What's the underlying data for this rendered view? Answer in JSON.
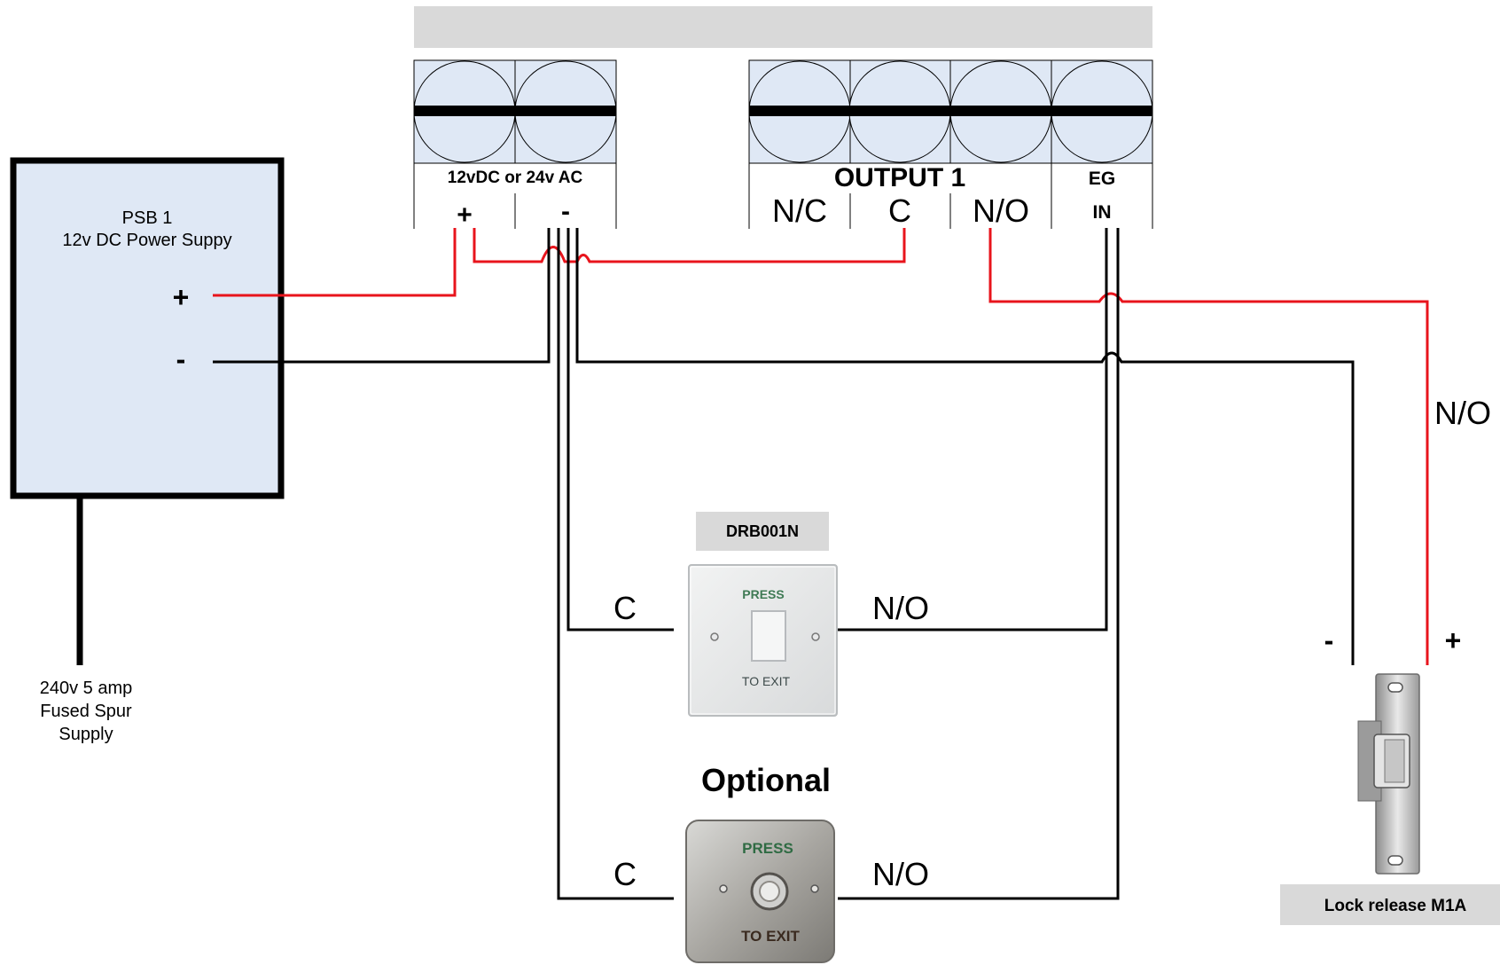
{
  "power_supply": {
    "title": "PSB 1",
    "subtitle": "12v DC Power Suppy",
    "plus": "+",
    "minus": "-",
    "mains": [
      "240v 5 amp",
      "Fused Spur",
      "Supply"
    ]
  },
  "controller": {
    "power_header": "12vDC or 24v AC",
    "power_plus": "+",
    "power_minus": "-",
    "output_header": "OUTPUT 1",
    "output_nc": "N/C",
    "output_c": "C",
    "output_no": "N/O",
    "eg_header": "EG",
    "eg_in": "IN"
  },
  "exit_button": {
    "model": "DRB001N",
    "c_label": "C",
    "no_label": "N/O",
    "face_top": "PRESS",
    "face_bottom": "TO EXIT"
  },
  "optional_button": {
    "heading": "Optional",
    "c_label": "C",
    "no_label": "N/O",
    "face_top": "PRESS",
    "face_bottom": "TO EXIT"
  },
  "lock": {
    "name": "Lock release M1A",
    "minus": "-",
    "plus": "+",
    "wire_label": "N/O"
  },
  "colors": {
    "wire_red": "#e8141c",
    "wire_black": "#000000",
    "psu_fill": "#dfe8f5",
    "terminal_fill": "#dfe8f5",
    "header_bar": "#d9d9d9",
    "label_box": "#d9d9d9"
  }
}
